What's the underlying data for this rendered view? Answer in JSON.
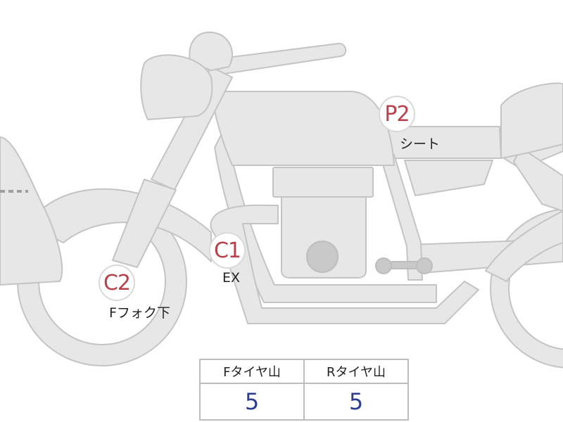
{
  "parts": {
    "fork": {
      "code": "C2",
      "name": "Fフォク下"
    },
    "exhaust": {
      "code": "C1",
      "name": "EX"
    },
    "seat": {
      "code": "P2",
      "name": "シート"
    }
  },
  "tire_table": {
    "headers": [
      "Fタイヤ山",
      "Rタイヤ山"
    ],
    "values": [
      "5",
      "5"
    ]
  },
  "colors": {
    "body_fill": "#e6e7e6",
    "body_stroke": "#c4c4c4",
    "marker_text": "#b9404a",
    "value_text": "#2c3f8f"
  }
}
